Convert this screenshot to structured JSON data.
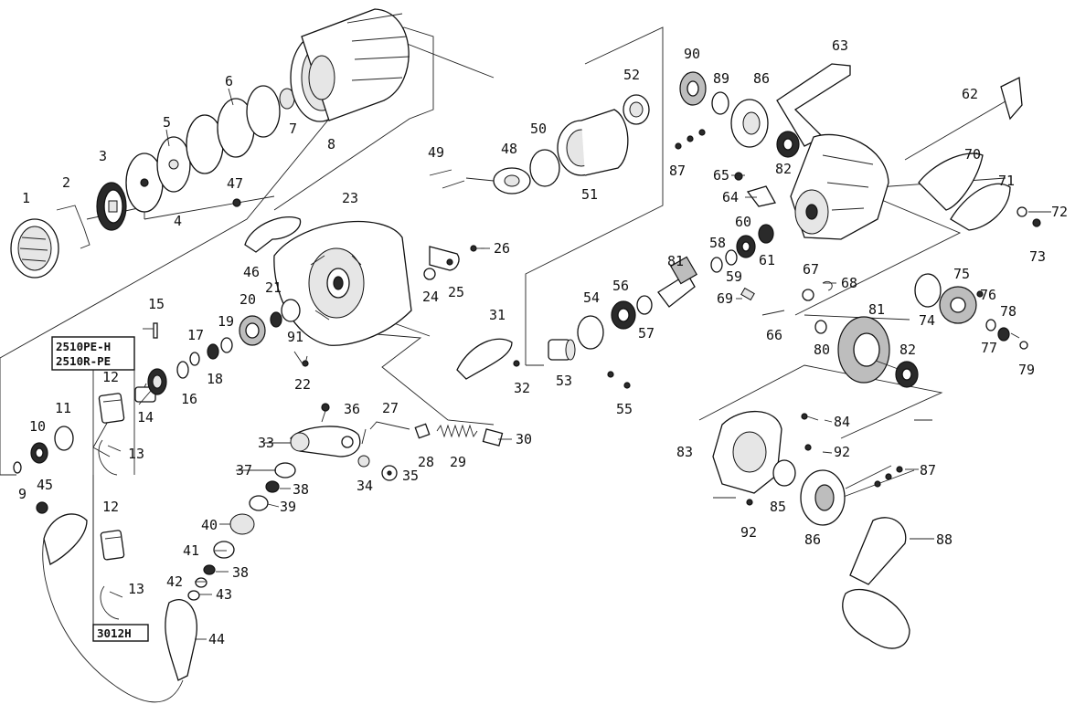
{
  "labels": {
    "p1": "1",
    "p2": "2",
    "p3": "3",
    "p4": "4",
    "p5": "5",
    "p6": "6",
    "p7": "7",
    "p8": "8",
    "p9": "9",
    "p10": "10",
    "p11": "11",
    "p12a": "12",
    "p12b": "12",
    "p13a": "13",
    "p13b": "13",
    "p14": "14",
    "p15": "15",
    "p16": "16",
    "p17": "17",
    "p18": "18",
    "p19": "19",
    "p20": "20",
    "p21": "21",
    "p22": "22",
    "p23": "23",
    "p24": "24",
    "p25": "25",
    "p26": "26",
    "p27": "27",
    "p28": "28",
    "p29": "29",
    "p30": "30",
    "p31": "31",
    "p32": "32",
    "p33": "33",
    "p34": "34",
    "p35": "35",
    "p36": "36",
    "p37": "37",
    "p38a": "38",
    "p38b": "38",
    "p39": "39",
    "p40": "40",
    "p41": "41",
    "p42": "42",
    "p43": "43",
    "p44": "44",
    "p45": "45",
    "p46": "46",
    "p47": "47",
    "p48": "48",
    "p49": "49",
    "p50": "50",
    "p51": "51",
    "p52": "52",
    "p53": "53",
    "p54": "54",
    "p55": "55",
    "p56": "56",
    "p57": "57",
    "p58": "58",
    "p59": "59",
    "p60": "60",
    "p61": "61",
    "p62": "62",
    "p63": "63",
    "p64": "64",
    "p65": "65",
    "p66": "66",
    "p67": "67",
    "p68": "68",
    "p69": "69",
    "p70": "70",
    "p71": "71",
    "p72": "72",
    "p73": "73",
    "p74": "74",
    "p75": "75",
    "p76": "76",
    "p77": "77",
    "p78": "78",
    "p79": "79",
    "p80": "80",
    "p81a": "81",
    "p81b": "81",
    "p82a": "82",
    "p82b": "82",
    "p83": "83",
    "p84": "84",
    "p85": "85",
    "p86a": "86",
    "p86b": "86",
    "p87a": "87",
    "p87b": "87",
    "p88": "88",
    "p89": "89",
    "p90": "90",
    "p91": "91",
    "p92a": "92",
    "p92b": "92"
  },
  "model_box": {
    "line1": "2510PE-H",
    "line2": "2510R-PE",
    "line3": "3012H"
  }
}
